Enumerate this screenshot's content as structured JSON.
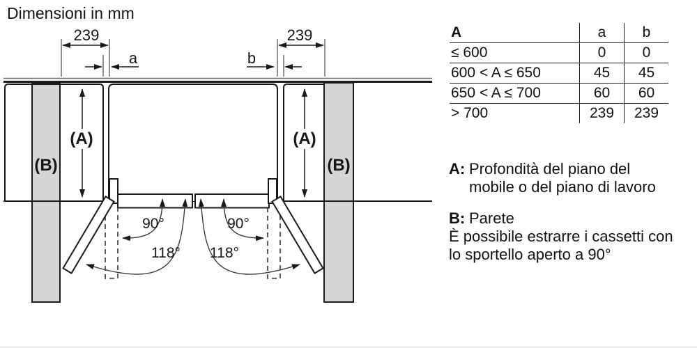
{
  "title": "Dimensioni in mm",
  "diagram": {
    "dim_left": "239",
    "dim_right": "239",
    "gap_a": "a",
    "gap_b": "b",
    "depth_label": "(A)",
    "wall_label": "(B)",
    "angle_90": "90°",
    "angle_118": "118°"
  },
  "table": {
    "header": {
      "main": "A",
      "a": "a",
      "b": "b"
    },
    "rows": [
      {
        "range": "≤ 600",
        "a": "0",
        "b": "0"
      },
      {
        "range": "600 < A ≤ 650",
        "a": "45",
        "b": "45"
      },
      {
        "range": "650 < A ≤ 700",
        "a": "60",
        "b": "60"
      },
      {
        "range": "> 700",
        "a": "239",
        "b": "239"
      }
    ]
  },
  "legend": {
    "a_key": "A:",
    "a_line1": "Profondità del piano del",
    "a_line2": "mobile o del piano di lavoro",
    "b_key": "B:",
    "b_text": "Parete",
    "note_line1": "È possibile estrarre i cassetti con",
    "note_line2": "lo sportello aperto a 90°"
  }
}
